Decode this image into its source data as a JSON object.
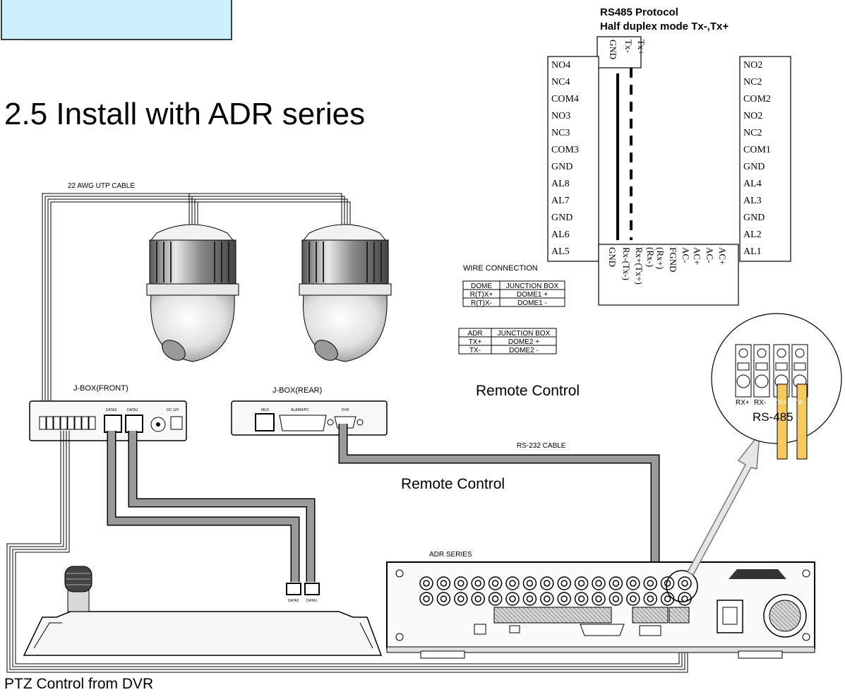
{
  "title": "2.5 Install with ADR series",
  "cable_utp": "22 AWG UTP CABLE",
  "cable_rs232": "RS-232 CABLE",
  "jbox_front": "J-BOX(FRONT)",
  "jbox_rear": "J-BOX(REAR)",
  "adr_series": "ADR SERIES",
  "remote_control_1": "Remote Control",
  "remote_control_2": "Remote Control",
  "ptz_control": "PTZ Control from DVR",
  "rs485_protocol": "RS485 Protocol",
  "rs485_mode": "Half duplex mode Tx-,Tx+",
  "rs485_label": "RS-485",
  "wire_connection": "WIRE CONNECTION",
  "table1": {
    "headers": [
      "DOME",
      "JUNCTION BOX"
    ],
    "rows": [
      [
        "R(T)X+",
        "DOME1 +"
      ],
      [
        "R(T)X-",
        "DOME1 -"
      ]
    ]
  },
  "table2": {
    "headers": [
      "ADR",
      "JUNCTION BOX"
    ],
    "rows": [
      [
        "TX+",
        "DOME2 +"
      ],
      [
        "TX-",
        "DOME2 -"
      ]
    ]
  },
  "top_pins": [
    "GND",
    "Tx-",
    "Tx+"
  ],
  "left_terminal": [
    "NO4",
    "NC4",
    "COM4",
    "NO3",
    "NC3",
    "COM3",
    "GND",
    "AL8",
    "AL7",
    "GND",
    "AL6",
    "AL5"
  ],
  "right_terminal": [
    "NO2",
    "NC2",
    "COM2",
    "NO2",
    "NC2",
    "COM1",
    "GND",
    "AL4",
    "AL3",
    "GND",
    "AL2",
    "AL1"
  ],
  "bottom_terminal": [
    "GND",
    "Rx-(Tx-)",
    "Rx+(Tx+)",
    "(Rx-)",
    "(Rx+)",
    "FGND",
    "AC-",
    "AC+",
    "AC-",
    "AC+"
  ],
  "connector_labels": [
    "RX+",
    "RX-",
    "TX+",
    "TX-"
  ],
  "jbox_rear_ports": [
    "MUX",
    "ALARM/PC",
    "DVR"
  ],
  "jbox_front_ports": [
    "DATA2",
    "DATA1",
    "DC 12V"
  ],
  "keyboard_ports": [
    "DATA2",
    "DATA1"
  ]
}
